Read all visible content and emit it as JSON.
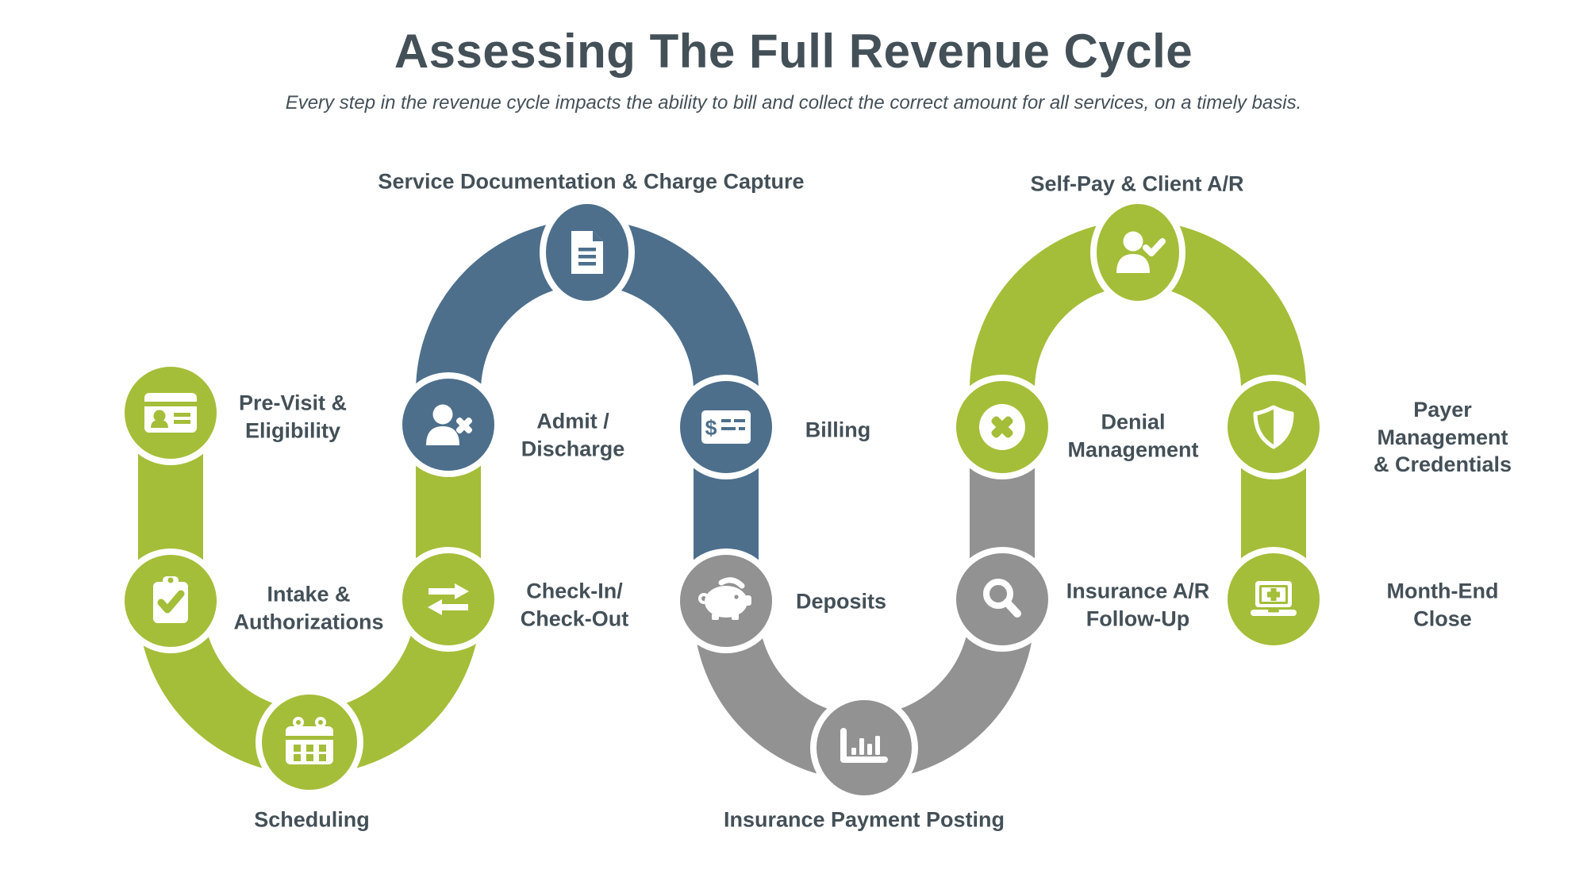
{
  "title": "Assessing The Full Revenue Cycle",
  "subtitle": "Every step in the revenue cycle impacts the ability to bill and collect the correct amount for all services, on a timely basis.",
  "colors": {
    "green": "#a4be39",
    "blue": "#4d6f8c",
    "gray": "#929292",
    "ink": "#445058"
  },
  "glyphs": {
    "dollar": "$"
  },
  "nodes": [
    {
      "id": "pre-visit-eligibility",
      "label": "Pre-Visit &\nEligibility",
      "icon": "id-card-icon",
      "color": "green"
    },
    {
      "id": "intake-authorizations",
      "label": "Intake &\nAuthorizations",
      "icon": "clipboard-check-icon",
      "color": "green"
    },
    {
      "id": "scheduling",
      "label": "Scheduling",
      "icon": "calendar-icon",
      "color": "green"
    },
    {
      "id": "check-in-check-out",
      "label": "Check-In/\nCheck-Out",
      "icon": "exchange-arrows-icon",
      "color": "green"
    },
    {
      "id": "admit-discharge",
      "label": "Admit /\nDischarge",
      "icon": "person-x-icon",
      "color": "blue"
    },
    {
      "id": "service-documentation",
      "label": "Service Documentation & Charge Capture",
      "icon": "document-icon",
      "color": "blue"
    },
    {
      "id": "billing",
      "label": "Billing",
      "icon": "bank-check-icon",
      "color": "blue"
    },
    {
      "id": "deposits",
      "label": "Deposits",
      "icon": "piggy-bank-icon",
      "color": "gray"
    },
    {
      "id": "insurance-payment-posting",
      "label": "Insurance Payment Posting",
      "icon": "bar-chart-icon",
      "color": "gray"
    },
    {
      "id": "insurance-ar-follow-up",
      "label": "Insurance A/R\nFollow-Up",
      "icon": "magnifier-icon",
      "color": "gray"
    },
    {
      "id": "denial-management",
      "label": "Denial\nManagement",
      "icon": "x-circle-icon",
      "color": "green"
    },
    {
      "id": "self-pay-client-ar",
      "label": "Self-Pay & Client A/R",
      "icon": "person-check-icon",
      "color": "green"
    },
    {
      "id": "payer-management-credentials",
      "label": "Payer Management\n& Credentials",
      "icon": "shield-icon",
      "color": "green"
    },
    {
      "id": "month-end-close",
      "label": "Month-End\nClose",
      "icon": "laptop-medical-icon",
      "color": "green"
    }
  ]
}
